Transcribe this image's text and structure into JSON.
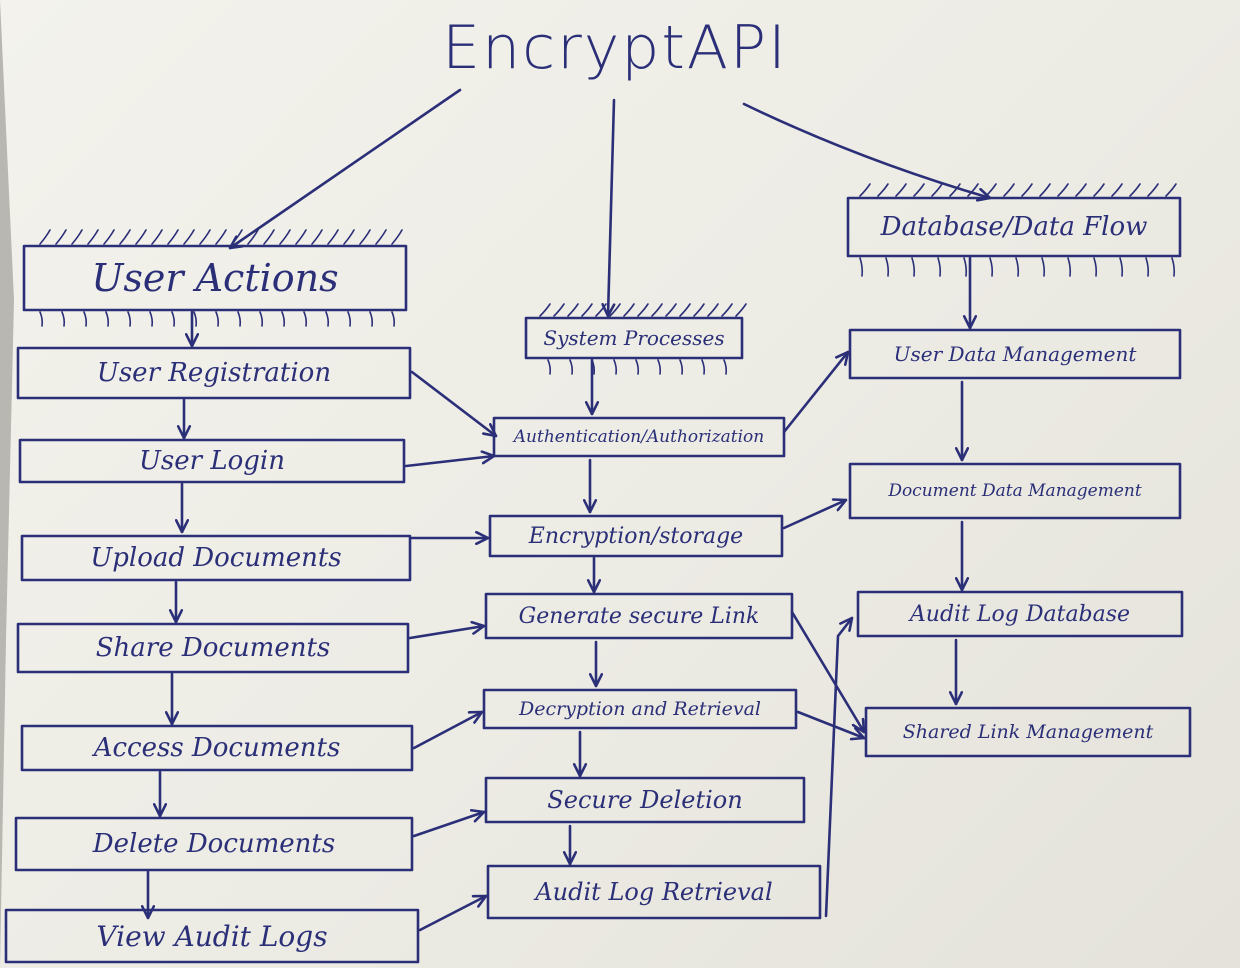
{
  "title": "EncryptAPI",
  "columns": {
    "user_actions": {
      "header": "User Actions",
      "steps": [
        "User Registration",
        "User Login",
        "Upload Documents",
        "Share Documents",
        "Access Documents",
        "Delete Documents",
        "View Audit Logs"
      ]
    },
    "system_processes": {
      "header": "System Processes",
      "steps": [
        "Authentication/Authorization",
        "Encryption/storage",
        "Generate secure Link",
        "Decryption and Retrieval",
        "Secure Deletion",
        "Audit Log Retrieval"
      ]
    },
    "data_flow": {
      "header": "Database/Data Flow",
      "steps": [
        "User Data Management",
        "Document Data Management",
        "Audit Log Database",
        "Shared Link Management"
      ]
    }
  },
  "ink_color": "#2b2f78",
  "paper_color": "#f0efe9"
}
